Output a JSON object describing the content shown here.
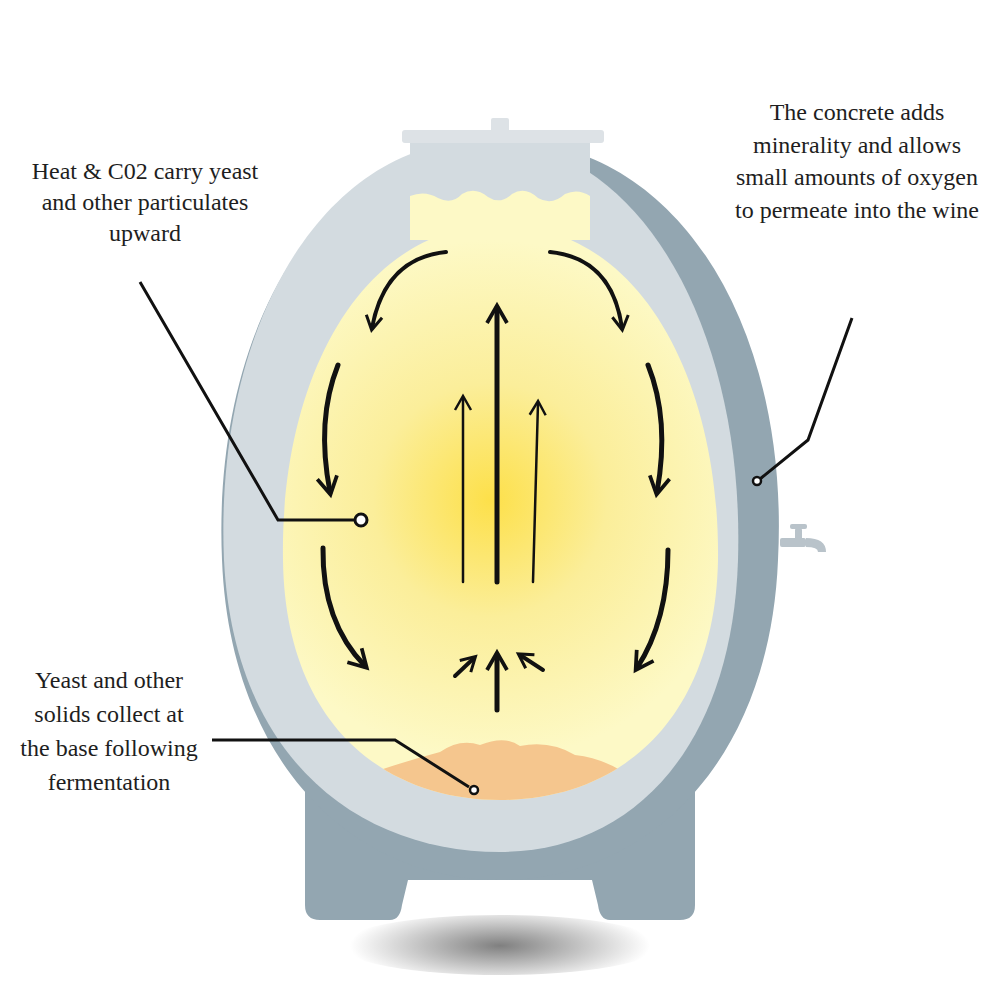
{
  "diagram": {
    "labels": [
      "Heat & C02 carry yeast and other particulates upward",
      "The concrete adds minerality and allows small amounts of oxygen to permeate into the wine",
      "Yeast and other solids collect at the base following fermentation"
    ]
  }
}
